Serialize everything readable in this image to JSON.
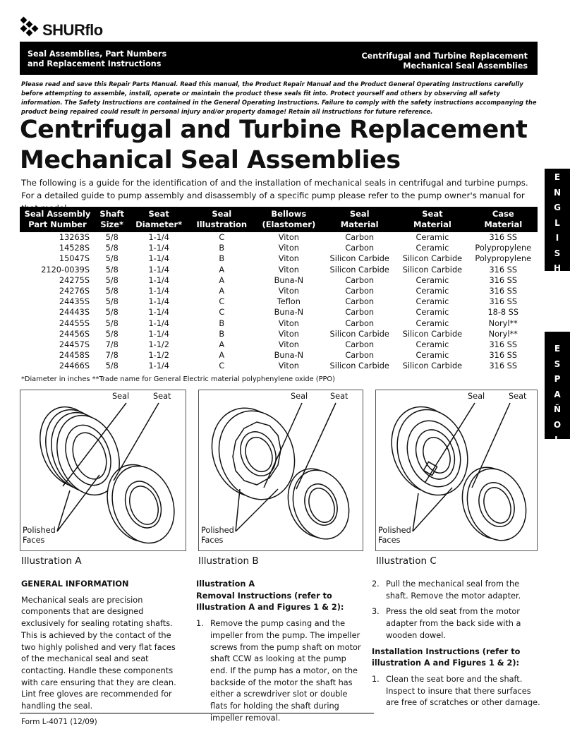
{
  "brand": {
    "name": "SHURflo"
  },
  "banner": {
    "left_line1": "Seal Assemblies, Part Numbers",
    "left_line2": "and Replacement Instructions",
    "right_line1": "Centrifugal and Turbine Replacement",
    "right_line2": "Mechanical Seal Assemblies"
  },
  "warning": "Please read and save this Repair Parts Manual. Read this manual, the Product Repair Manual and the Product General Operating Instructions carefully before attempting to assemble, install, operate or maintain the product these seals fit into. Protect yourself and others by observing all safety information. The Safety Instructions are contained in the General Operating Instructions. Failure to comply with the safety instructions accompanying the product being repaired could result in personal injury and/or property damage! Retain all instructions for future reference.",
  "title": {
    "line1": "Centrifugal and Turbine Replacement",
    "line2": "Mechanical Seal Assemblies"
  },
  "intro": "The following is a guide for the identification of and the installation of mechanical seals in centrifugal and turbine pumps.  For a detailed guide to pump assembly and disassembly of a specific pump please refer to the pump owner's manual for that model.",
  "side_tabs": {
    "english": [
      "E",
      "N",
      "G",
      "L",
      "I",
      "S",
      "H"
    ],
    "espanol": [
      "E",
      "S",
      "P",
      "A",
      "Ñ",
      "O",
      "L"
    ]
  },
  "table": {
    "headers": [
      [
        "Seal Assembly",
        "Part Number"
      ],
      [
        "Shaft",
        "Size*"
      ],
      [
        "Seat",
        "Diameter*"
      ],
      [
        "Seal",
        "Illustration"
      ],
      [
        "Bellows",
        "(Elastomer)"
      ],
      [
        "Seal",
        "Material"
      ],
      [
        "Seat",
        "Material"
      ],
      [
        "Case",
        "Material"
      ]
    ],
    "rows": [
      [
        "13263S",
        "5/8",
        "1-1/4",
        "C",
        "Viton",
        "Carbon",
        "Ceramic",
        "316 SS"
      ],
      [
        "14528S",
        "5/8",
        "1-1/4",
        "B",
        "Viton",
        "Carbon",
        "Ceramic",
        "Polypropylene"
      ],
      [
        "15047S",
        "5/8",
        "1-1/4",
        "B",
        "Viton",
        "Silicon Carbide",
        "Silicon Carbide",
        "Polypropylene"
      ],
      [
        "2120-0039S",
        "5/8",
        "1-1/4",
        "A",
        "Viton",
        "Silicon Carbide",
        "Silicon Carbide",
        "316 SS"
      ],
      [
        "24275S",
        "5/8",
        "1-1/4",
        "A",
        "Buna-N",
        "Carbon",
        "Ceramic",
        "316 SS"
      ],
      [
        "24276S",
        "5/8",
        "1-1/4",
        "A",
        "Viton",
        "Carbon",
        "Ceramic",
        "316 SS"
      ],
      [
        "24435S",
        "5/8",
        "1-1/4",
        "C",
        "Teflon",
        "Carbon",
        "Ceramic",
        "316 SS"
      ],
      [
        "24443S",
        "5/8",
        "1-1/4",
        "C",
        "Buna-N",
        "Carbon",
        "Ceramic",
        "18-8 SS"
      ],
      [
        "24455S",
        "5/8",
        "1-1/4",
        "B",
        "Viton",
        "Carbon",
        "Ceramic",
        "Noryl**"
      ],
      [
        "24456S",
        "5/8",
        "1-1/4",
        "B",
        "Viton",
        "Silicon Carbide",
        "Silicon Carbide",
        "Noryl**"
      ],
      [
        "24457S",
        "7/8",
        "1-1/2",
        "A",
        "Viton",
        "Carbon",
        "Ceramic",
        "316 SS"
      ],
      [
        "24458S",
        "7/8",
        "1-1/2",
        "A",
        "Buna-N",
        "Carbon",
        "Ceramic",
        "316 SS"
      ],
      [
        "24466S",
        "5/8",
        "1-1/4",
        "C",
        "Viton",
        "Silicon Carbide",
        "Silicon Carbide",
        "316 SS"
      ]
    ]
  },
  "footnote": "*Diameter in inches   **Trade name for General Electric material polyphenylene oxide (PPO)",
  "illustrations": {
    "seal_label": "Seal",
    "seat_label": "Seat",
    "polished_label": "Polished",
    "faces_label": "Faces",
    "captions": [
      "Illustration A",
      "Illustration B",
      "Illustration C"
    ]
  },
  "general": {
    "heading": "GENERAL INFORMATION",
    "body": "Mechanical seals are precision components that are designed exclusively for sealing rotating shafts. This is achieved by the contact of the two highly polished and very flat faces of the mechanical seal and seat contacting. Handle these components with care ensuring that they are clean. Lint free gloves are recommended for handling the seal."
  },
  "col2": {
    "heading1": "Illustration A",
    "heading2": "Removal Instructions (refer to Illustration A and Figures 1 & 2):",
    "step1_num": "1.",
    "step1": "Remove the pump casing and the impeller from the pump. The impeller screws from the pump shaft on motor shaft CCW as looking at the pump end. If the pump has a motor, on the backside of the motor the shaft has either a screwdriver slot or double flats for holding the shaft during impeller removal."
  },
  "col3": {
    "step2_num": "2.",
    "step2": "Pull the mechanical seal from the shaft. Remove the motor adapter.",
    "step3_num": "3.",
    "step3": "Press the old seat from the motor adapter from the back side with a wooden dowel.",
    "install_heading": "Installation Instructions (refer to illustration A and Figures 1 & 2):",
    "inst1_num": "1.",
    "inst1": "Clean the seat bore and the shaft. Inspect to insure that there surfaces are free of scratches or other damage."
  },
  "form_number": "Form L-4071 (12/09)"
}
